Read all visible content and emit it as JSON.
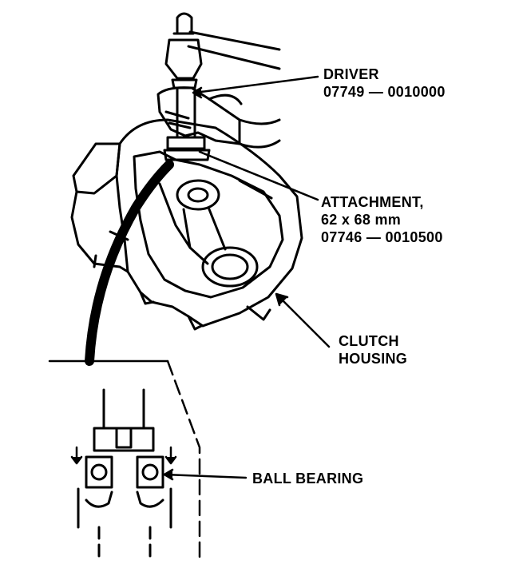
{
  "labels": {
    "driver": {
      "name": "DRIVER",
      "part_number": "07749 — 0010000"
    },
    "attachment": {
      "name": "ATTACHMENT,",
      "size": "62 x 68 mm",
      "part_number": "07746 — 0010500"
    },
    "clutch_housing": {
      "line1": "CLUTCH",
      "line2": "HOUSING"
    },
    "ball_bearing": "BALL BEARING"
  },
  "colors": {
    "ink": "#000000",
    "paper": "#ffffff"
  }
}
